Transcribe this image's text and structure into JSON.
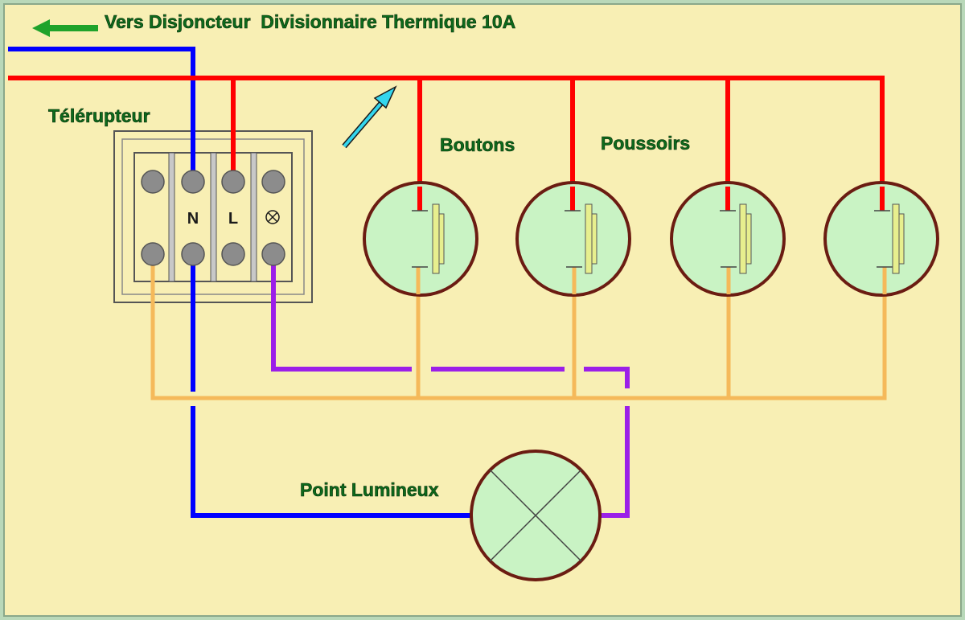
{
  "title": "Vers Disjoncteur  Divisionnaire Thermique 10A",
  "labels": {
    "telerupteur": "Télérupteur",
    "boutons": "Boutons",
    "poussoirs": "Poussoirs",
    "point_lumineux": "Point Lumineux"
  },
  "terminals": {
    "neutral": "N",
    "live": "L"
  },
  "icons": {
    "title_arrow": "left-arrow-icon",
    "cursor_arrow": "cyan-arrow-icon",
    "lamp_symbol": "lamp-cross-icon"
  },
  "colors": {
    "background": "#f8efb4",
    "frame": "#b9d8b9",
    "neutral_wire": "#0000ff",
    "phase_wire": "#ff0000",
    "control_wire": "#f5b95a",
    "lamp_return_wire": "#9b1fe8",
    "button_fill": "#c9f3c4",
    "button_border": "#6b1c12",
    "terminal_screw": "#8c8c8c",
    "text_green": "#0d6b1c",
    "arrow_green": "#1fa32b",
    "arrow_cyan": "#33d6ee"
  }
}
